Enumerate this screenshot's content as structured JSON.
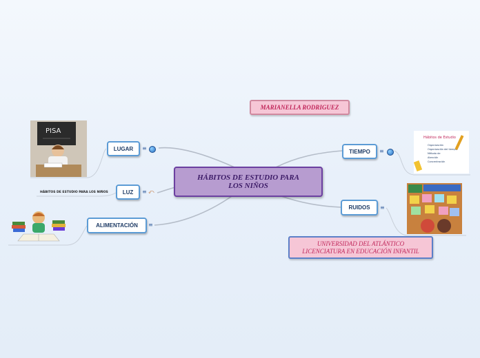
{
  "central": {
    "line1": "HÁBITOS DE ESTUDIO PARA",
    "line2": "LOS NIÑOS"
  },
  "author": "MARIANELLA RODRIGUEZ",
  "university": {
    "line1": "UNIVERSIDAD DEL ATLÁNTICO",
    "line2": "LICENCIATURA EN EDUCACIÓN INFANTIL"
  },
  "branches": {
    "lugar": {
      "label": "LUGAR",
      "image": "pisa-chalkboard-student"
    },
    "luz": {
      "label": "LUZ",
      "note": "HÁBITOS DE ESTUDIO PARA LOS NIÑOS"
    },
    "alimentacion": {
      "label": "ALIMENTACIÓN",
      "image": "child-reading-books"
    },
    "tiempo": {
      "label": "TIEMPO",
      "card_title": "Hábitos de Estudio",
      "card_items": [
        "Organización",
        "Organización del tiempo",
        "Método de",
        "Atención",
        "Concentración"
      ]
    },
    "ruidos": {
      "label": "RUIDOS",
      "image": "classroom-board-notes"
    }
  },
  "images": {
    "pisa_board_text": "PISA"
  },
  "colors": {
    "central_fill": "#b79cd0",
    "central_border": "#6b3fa0",
    "node_border": "#5b9bd5",
    "pink_fill": "#f6c6d6",
    "link_line": "#b4bcc8"
  }
}
